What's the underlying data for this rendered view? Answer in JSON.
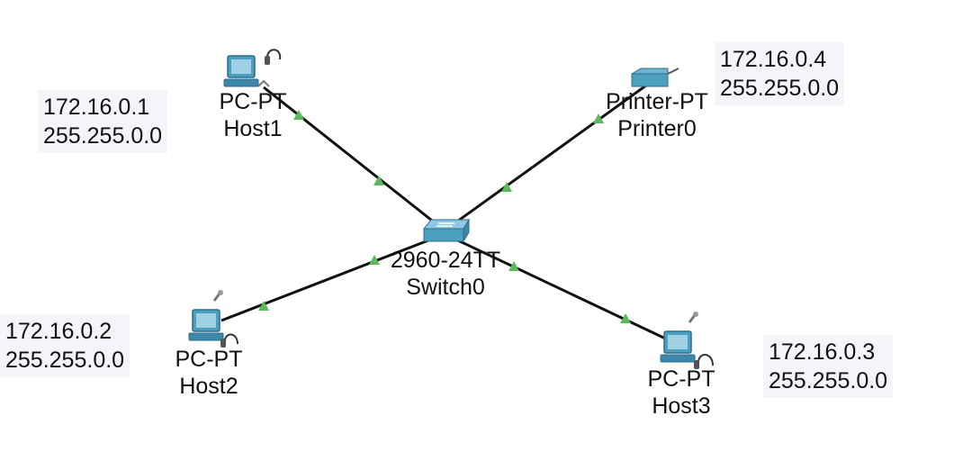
{
  "colors": {
    "link": "#111111",
    "link_status": "#5cb85c",
    "device_body": "#4d9fc0",
    "device_dark": "#2f6f8e",
    "note_bg": "#f4f5fb"
  },
  "devices": [
    {
      "id": "host1",
      "model": "PC-PT",
      "name": "Host1",
      "icon": "pc-icon"
    },
    {
      "id": "printer0",
      "model": "Printer-PT",
      "name": "Printer0",
      "icon": "printer-icon"
    },
    {
      "id": "switch0",
      "model": "2960-24TT",
      "name": "Switch0",
      "icon": "switch-icon"
    },
    {
      "id": "host2",
      "model": "PC-PT",
      "name": "Host2",
      "icon": "pc-icon"
    },
    {
      "id": "host3",
      "model": "PC-PT",
      "name": "Host3",
      "icon": "pc-icon"
    }
  ],
  "notes": [
    {
      "for": "host1",
      "ip": "172.16.0.1",
      "mask": "255.255.0.0"
    },
    {
      "for": "printer0",
      "ip": "172.16.0.4",
      "mask": "255.255.0.0"
    },
    {
      "for": "host2",
      "ip": "172.16.0.2",
      "mask": "255.255.0.0"
    },
    {
      "for": "host3",
      "ip": "172.16.0.3",
      "mask": "255.255.0.0"
    }
  ],
  "links": [
    {
      "from": "host1",
      "to": "switch0",
      "status": "up"
    },
    {
      "from": "printer0",
      "to": "switch0",
      "status": "up"
    },
    {
      "from": "host2",
      "to": "switch0",
      "status": "up"
    },
    {
      "from": "host3",
      "to": "switch0",
      "status": "up"
    }
  ]
}
